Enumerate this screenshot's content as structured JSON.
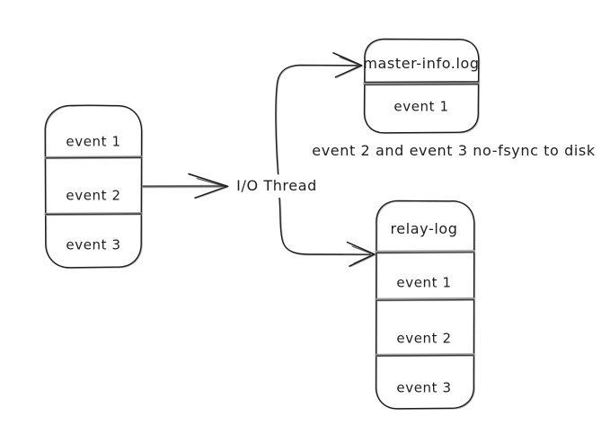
{
  "colors": {
    "stroke": "#1e1e1e",
    "arrow_gray": "#969696",
    "divider_gray": "#a0a0a0",
    "background": "#ffffff"
  },
  "source_box": {
    "events": [
      "event 1",
      "event 2",
      "event 3"
    ]
  },
  "io_thread": {
    "label": "I/O Thread"
  },
  "master_info_box": {
    "title": "master-info.log",
    "events": [
      "event 1"
    ]
  },
  "relay_log_box": {
    "title": "relay-log",
    "events": [
      "event 1",
      "event 2",
      "event 3"
    ]
  },
  "annotation": {
    "text": "event 2 and event 3 no-fsync to disk"
  }
}
